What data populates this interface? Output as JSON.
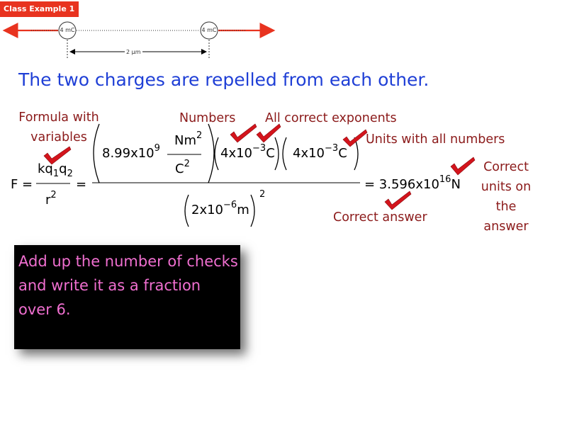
{
  "tag": {
    "label": "Class Example 1"
  },
  "diagram": {
    "charge_left": "4 mC",
    "charge_right": "4 mC",
    "distance": "2 µm"
  },
  "headline": "The two charges are repelled from each other.",
  "annotations": {
    "formula_with_variables": [
      "Formula with",
      "variables"
    ],
    "numbers": "Numbers",
    "all_correct_exponents": "All correct exponents",
    "units_with_all_numbers": "Units with all numbers",
    "correct_units_on_answer": [
      "Correct",
      "units on",
      "the",
      "answer"
    ],
    "correct_answer": "Correct answer"
  },
  "equation": {
    "F": "F",
    "equals": "=",
    "kq1q2": "kq",
    "q_sub1": "1",
    "q2": "q",
    "q_sub2": "2",
    "r": "r",
    "r_exp": "2",
    "k_value": "8.99x10",
    "k_exp": "9",
    "Nm": "Nm",
    "Nm_exp": "2",
    "C": "C",
    "C_exp": "2",
    "q_value_1": "4x10",
    "q_exp_1": "−3",
    "q_unit_1": "C",
    "q_value_2": "4x10",
    "q_exp_2": "−3",
    "q_unit_2": "C",
    "r_value": "2x10",
    "r_value_exp": "−6",
    "r_unit": "m",
    "r_paren_exp": "2",
    "answer": "= 3.596x10",
    "answer_exp": "16",
    "answer_unit": "N"
  },
  "box": {
    "text": "Add up the number of checks and write it as a fraction over 6."
  }
}
